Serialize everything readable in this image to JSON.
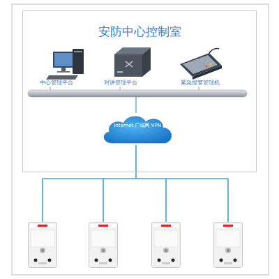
{
  "diagram": {
    "nodes": [
      {
        "text": [
          "安防中心控制室"
        ]
      },
      {
        "text": [
          "中心管理平台"
        ],
        "in": 0
      },
      {
        "text": [
          "对讲管理平台"
        ],
        "in": 0
      },
      {
        "text": [
          "紧急报警管理机"
        ],
        "in": 0
      },
      {
        "text": [
          "Internet 广域网 VPN"
        ],
        "in": 0
      }
    ]
  }
}
